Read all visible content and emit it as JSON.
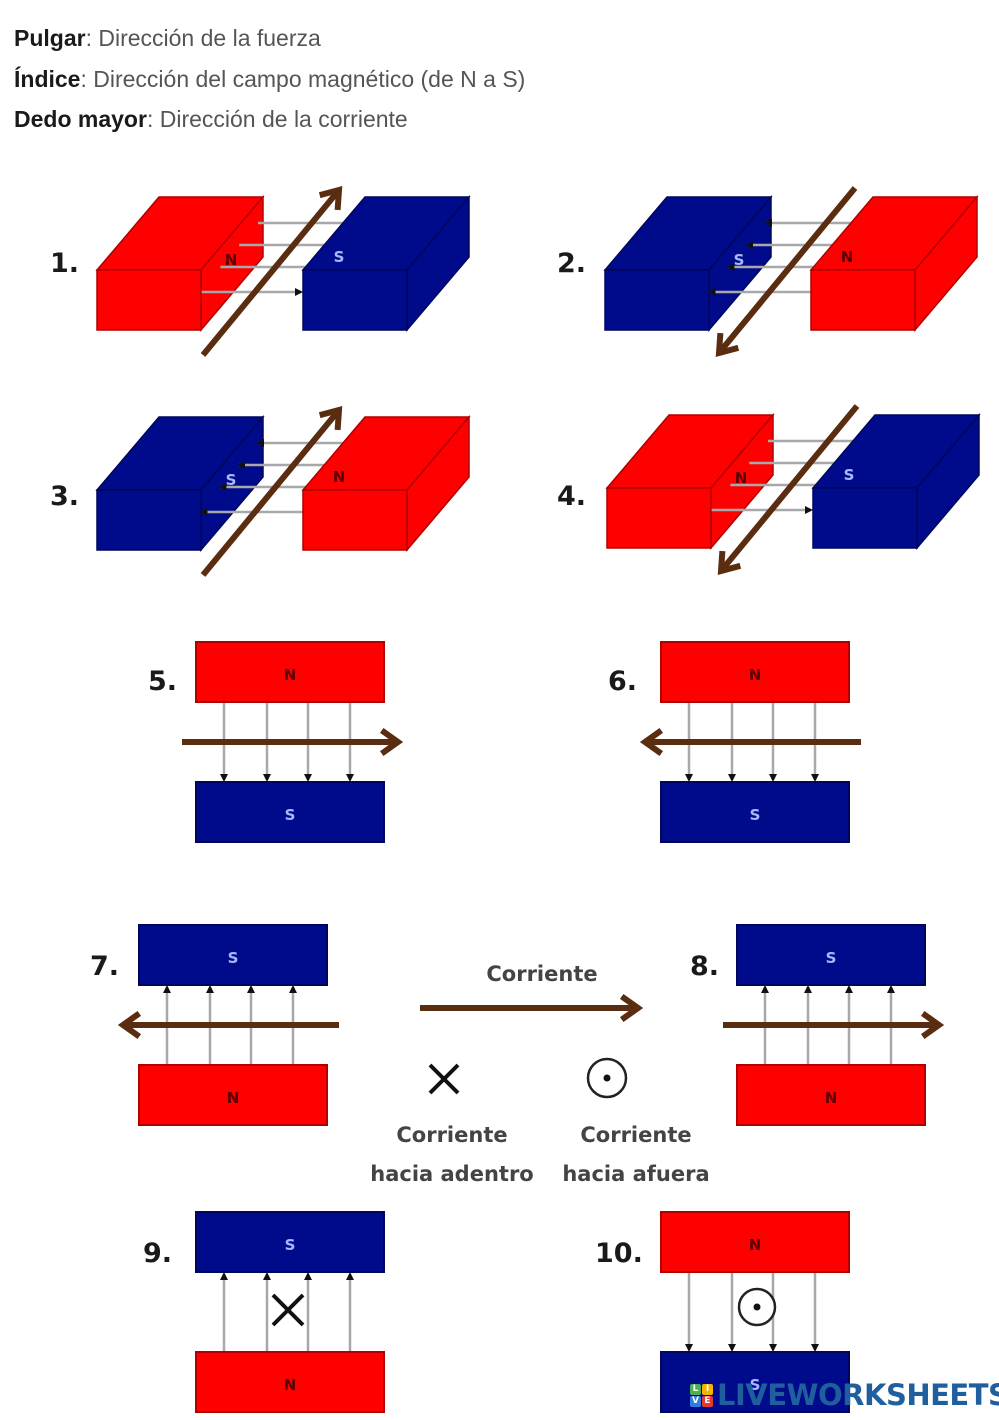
{
  "legend": [
    {
      "term": "Pulgar",
      "desc": ": Dirección de la fuerza"
    },
    {
      "term": "Índice",
      "desc": ": Dirección del campo magnético (de N a S)"
    },
    {
      "term": "Dedo mayor",
      "desc": ": Dirección de la corriente"
    }
  ],
  "colors": {
    "north": "#ff0000",
    "north_edge": "#b00000",
    "south": "#000b8c",
    "south_edge": "#00065a",
    "current": "#5a2d10",
    "field_line": "#a8a8a8",
    "north_label": "#5a0000",
    "south_label": "#a8b8ff"
  },
  "poles": {
    "north": "N",
    "south": "S"
  },
  "problems_3d": [
    {
      "number": "1.",
      "left_pole": "N",
      "right_pole": "S",
      "field": "right",
      "current": "into-up"
    },
    {
      "number": "2.",
      "left_pole": "S",
      "right_pole": "N",
      "field": "left",
      "current": "out-down"
    },
    {
      "number": "3.",
      "left_pole": "S",
      "right_pole": "N",
      "field": "left",
      "current": "into-up"
    },
    {
      "number": "4.",
      "left_pole": "N",
      "right_pole": "S",
      "field": "right",
      "current": "out-down"
    }
  ],
  "problems_2d": [
    {
      "number": "5.",
      "top_pole": "N",
      "bottom_pole": "S",
      "field": "down",
      "current": "right"
    },
    {
      "number": "6.",
      "top_pole": "N",
      "bottom_pole": "S",
      "field": "down",
      "current": "left"
    },
    {
      "number": "7.",
      "top_pole": "S",
      "bottom_pole": "N",
      "field": "up",
      "current": "left"
    },
    {
      "number": "8.",
      "top_pole": "S",
      "bottom_pole": "N",
      "field": "up",
      "current": "right"
    },
    {
      "number": "9.",
      "top_pole": "S",
      "bottom_pole": "N",
      "field": "up",
      "current": "into-page"
    },
    {
      "number": "10.",
      "top_pole": "N",
      "bottom_pole": "S",
      "field": "down",
      "current": "out-of-page"
    }
  ],
  "key": {
    "current_label": "Corriente",
    "into_label_1": "Corriente",
    "into_label_2": "hacia adentro",
    "out_label_1": "Corriente",
    "out_label_2": "hacia afuera"
  },
  "watermark": {
    "logo_letters": [
      "L",
      "I",
      "V",
      "E"
    ],
    "logo_colors": [
      "#4caf50",
      "#f5b400",
      "#2f7de1",
      "#e53935"
    ],
    "text": "LIVEWORKSHEETS"
  }
}
